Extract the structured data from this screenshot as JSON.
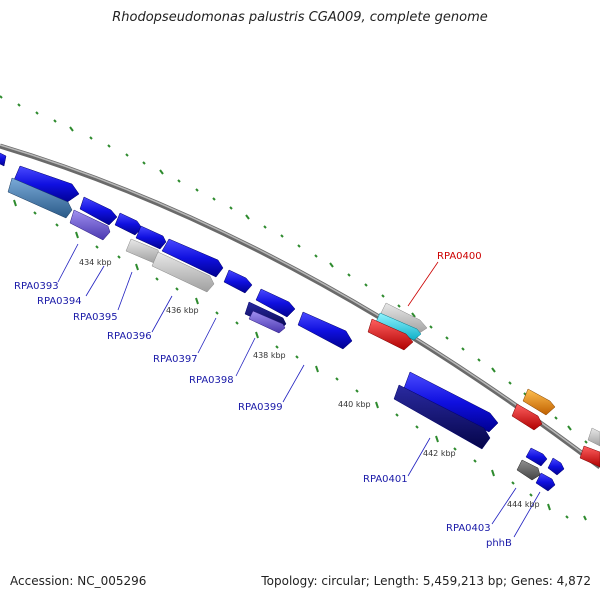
{
  "title": "Rhodopseudomonas palustris CGA009, complete genome",
  "footer": {
    "accession": "Accession: NC_005296",
    "summary": "Topology: circular; Length: 5,459,213 bp; Genes: 4,872"
  },
  "scale_labels": [
    "434 kbp",
    "436 kbp",
    "438 kbp",
    "440 kbp",
    "442 kbp",
    "444 kbp"
  ],
  "gene_labels": [
    {
      "id": "rpa0393",
      "text": "RPA0393",
      "color": "#1a1aa8"
    },
    {
      "id": "rpa0394",
      "text": "RPA0394",
      "color": "#1a1aa8"
    },
    {
      "id": "rpa0395",
      "text": "RPA0395",
      "color": "#1a1aa8"
    },
    {
      "id": "rpa0396",
      "text": "RPA0396",
      "color": "#1a1aa8"
    },
    {
      "id": "rpa0397",
      "text": "RPA0397",
      "color": "#1a1aa8"
    },
    {
      "id": "rpa0398",
      "text": "RPA0398",
      "color": "#1a1aa8"
    },
    {
      "id": "rpa0399",
      "text": "RPA0399",
      "color": "#1a1aa8"
    },
    {
      "id": "rpa0400",
      "text": "RPA0400",
      "color": "#cc0000"
    },
    {
      "id": "rpa0401",
      "text": "RPA0401",
      "color": "#1a1aa8"
    },
    {
      "id": "rpa0403",
      "text": "RPA0403",
      "color": "#1a1aa8"
    },
    {
      "id": "phhb",
      "text": "phhB",
      "color": "#1a1aa8"
    }
  ],
  "colors": {
    "backbone": "#8a8a8a",
    "tick": "#2e8b2e",
    "blue_gene": "#1010e0",
    "steel_gene": "#4a7fb0",
    "purple_gene": "#7060d0",
    "navy_gene": "#101070",
    "gray_gene": "#c4c4c4",
    "dark_gray_gene": "#666666",
    "cyan_gene": "#33d8e8",
    "red_gene": "#e81010",
    "orange_gene": "#f09010"
  }
}
